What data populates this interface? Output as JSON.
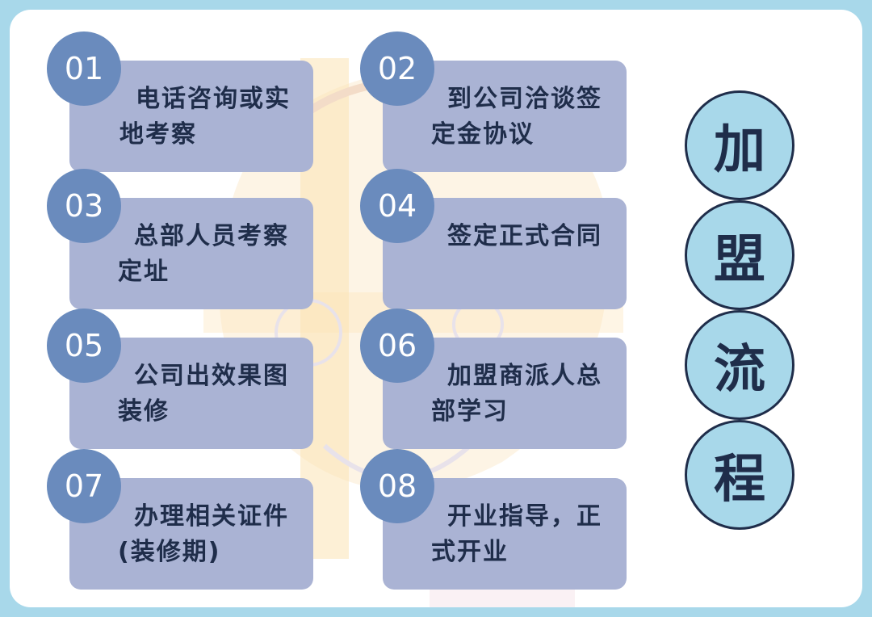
{
  "steps": [
    {
      "num": "01",
      "label": "电话咨询或实地考察"
    },
    {
      "num": "02",
      "label": "到公司洽谈签定金协议"
    },
    {
      "num": "03",
      "label": "总部人员考察定址"
    },
    {
      "num": "04",
      "label": "签定正式合同"
    },
    {
      "num": "05",
      "label": "公司出效果图装修"
    },
    {
      "num": "06",
      "label": "加盟商派人总部学习"
    },
    {
      "num": "07",
      "label": "办理相关证件(装修期)"
    },
    {
      "num": "08",
      "label": "开业指导，正式开业"
    }
  ],
  "title": [
    "加",
    "盟",
    "流",
    "程"
  ],
  "colors": {
    "background": "#a8d8ea",
    "card": "#aab3d4",
    "number_circle": "#6a8bbd",
    "text": "#1f2d4a",
    "title_circle": "#a8d8ea"
  }
}
